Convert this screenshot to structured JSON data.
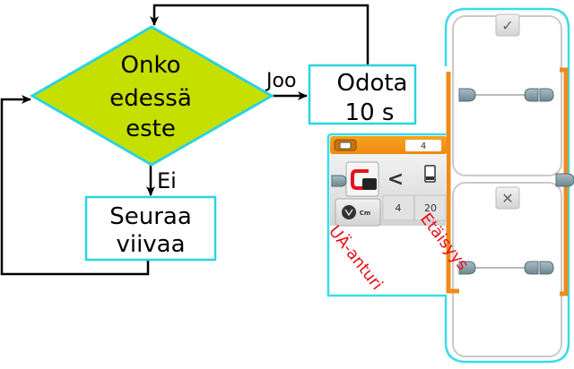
{
  "flowchart": {
    "decision": {
      "lines": [
        "Onko",
        "edessä",
        "este"
      ],
      "fill": "#c5df00",
      "stroke": "#2bd4e0"
    },
    "yes_label": "Joo",
    "no_label": "Ei",
    "wait_box": {
      "lines": [
        "Odota",
        "10 s"
      ]
    },
    "follow_box": {
      "lines": [
        "Seuraa",
        "viivaa"
      ]
    },
    "box_stroke": "#2bd4e0"
  },
  "ev3_block": {
    "port_value": "4",
    "compare_symbol": "<",
    "unit": "Cm",
    "params": [
      "4",
      "20"
    ],
    "accent": "#f08a1c",
    "cyan": "#39dcea",
    "case_true_symbol": "✓",
    "case_false_symbol": "✕"
  },
  "annotations": {
    "sensor_label": "UÄ-anturi",
    "distance_label": "Etäisyys",
    "color": "#e8101a"
  }
}
